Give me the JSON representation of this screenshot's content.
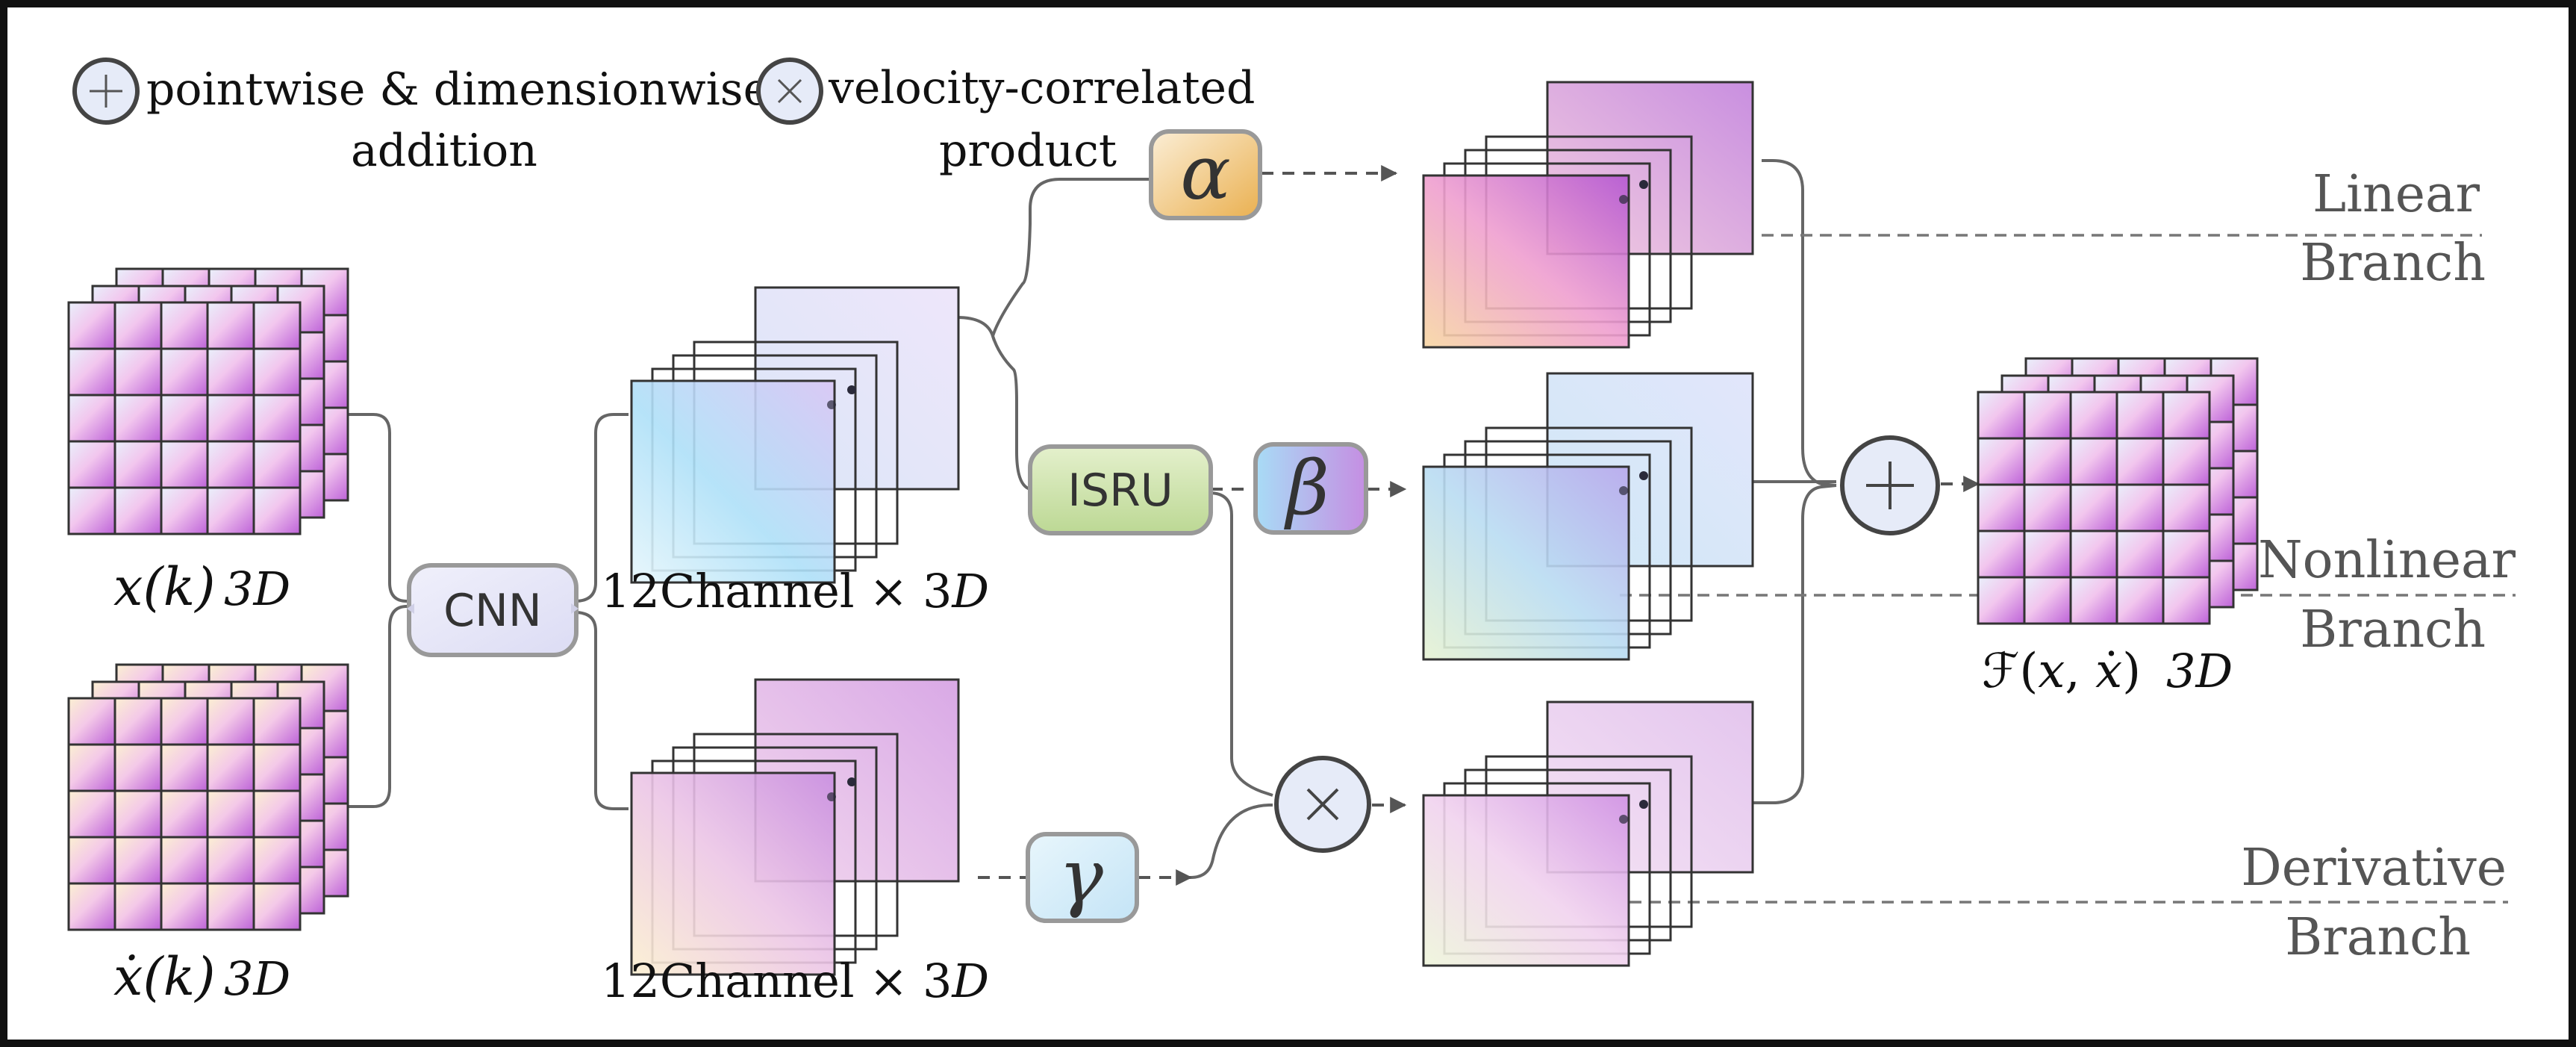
{
  "legend": {
    "add_symbol": "+",
    "add_text_1": "pointwise & dimensionwise",
    "add_text_2": "addition",
    "mul_symbol": "×",
    "mul_text_1": "velocity-correlated",
    "mul_text_2": "product"
  },
  "inputs": {
    "x_label": "𝑥(𝑘)",
    "x_dim": "3𝐷",
    "xdot_label": "𝑥̇(𝑘)",
    "xdot_dim": "3𝐷"
  },
  "nodes": {
    "cnn": "CNN",
    "isru": "ISRU",
    "alpha": "α",
    "beta": "β",
    "gamma": "γ",
    "add": "+",
    "mul": "×"
  },
  "features": {
    "top": "12Channel × 3𝐷",
    "bottom": "12Channel × 3𝐷"
  },
  "branches": {
    "linear_1": "Linear",
    "linear_2": "Branch",
    "nonlinear_1": "Nonlinear",
    "nonlinear_2": "Branch",
    "derivative_1": "Derivative",
    "derivative_2": "Branch"
  },
  "output": {
    "label": "ℱ(𝑥, 𝑥̇)",
    "dim": "3𝐷"
  },
  "colors": {
    "grid_pink": "#f3c6ec",
    "grid_purple": "#c76ddc",
    "blue": "#aee0f8",
    "violet": "#c98fe0",
    "peach": "#f7d6a2",
    "green_node": "#d7e8b8",
    "alpha_node": "#f2c16a",
    "beta_node": "#b9aaf0",
    "gamma_node": "#d8eef8",
    "cnn_node": "#e4e4f8",
    "circle_fill": "#e6ebf8"
  }
}
